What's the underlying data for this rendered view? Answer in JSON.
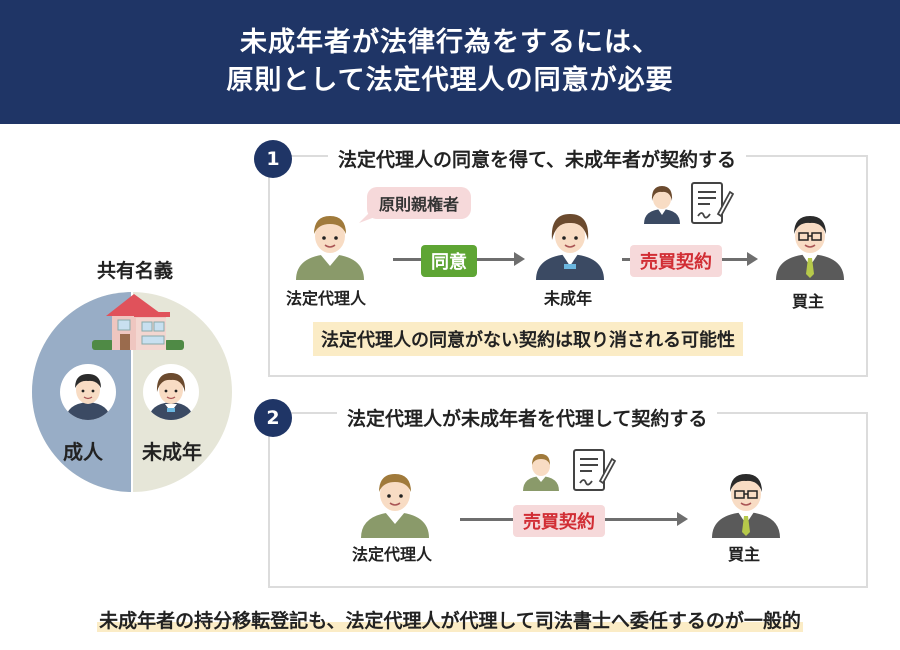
{
  "header": {
    "title_line1": "未成年者が法律行為をするには、",
    "title_line2": "原則として法定代理人の同意が必要"
  },
  "ownership": {
    "title": "共有名義",
    "left_label": "成人",
    "right_label": "未成年"
  },
  "section1": {
    "number": "1",
    "title": "法定代理人の同意を得て、未成年者が契約する",
    "bubble": "原則親権者",
    "agent_label": "法定代理人",
    "consent_label": "同意",
    "minor_label": "未成年",
    "contract_label": "売買契約",
    "buyer_label": "買主",
    "note": "法定代理人の同意がない契約は取り消される可能性"
  },
  "section2": {
    "number": "2",
    "title": "法定代理人が未成年者を代理して契約する",
    "agent_label": "法定代理人",
    "contract_label": "売買契約",
    "buyer_label": "買主"
  },
  "footer": {
    "text": "未成年者の持分移転登記も、法定代理人が代理して司法書士へ委任するのが一般的"
  },
  "colors": {
    "navy": "#1f3566",
    "green": "#5ea534",
    "pink": "#f6d9da",
    "red_text": "#d12d34",
    "note_yellow": "#fbecc6"
  }
}
